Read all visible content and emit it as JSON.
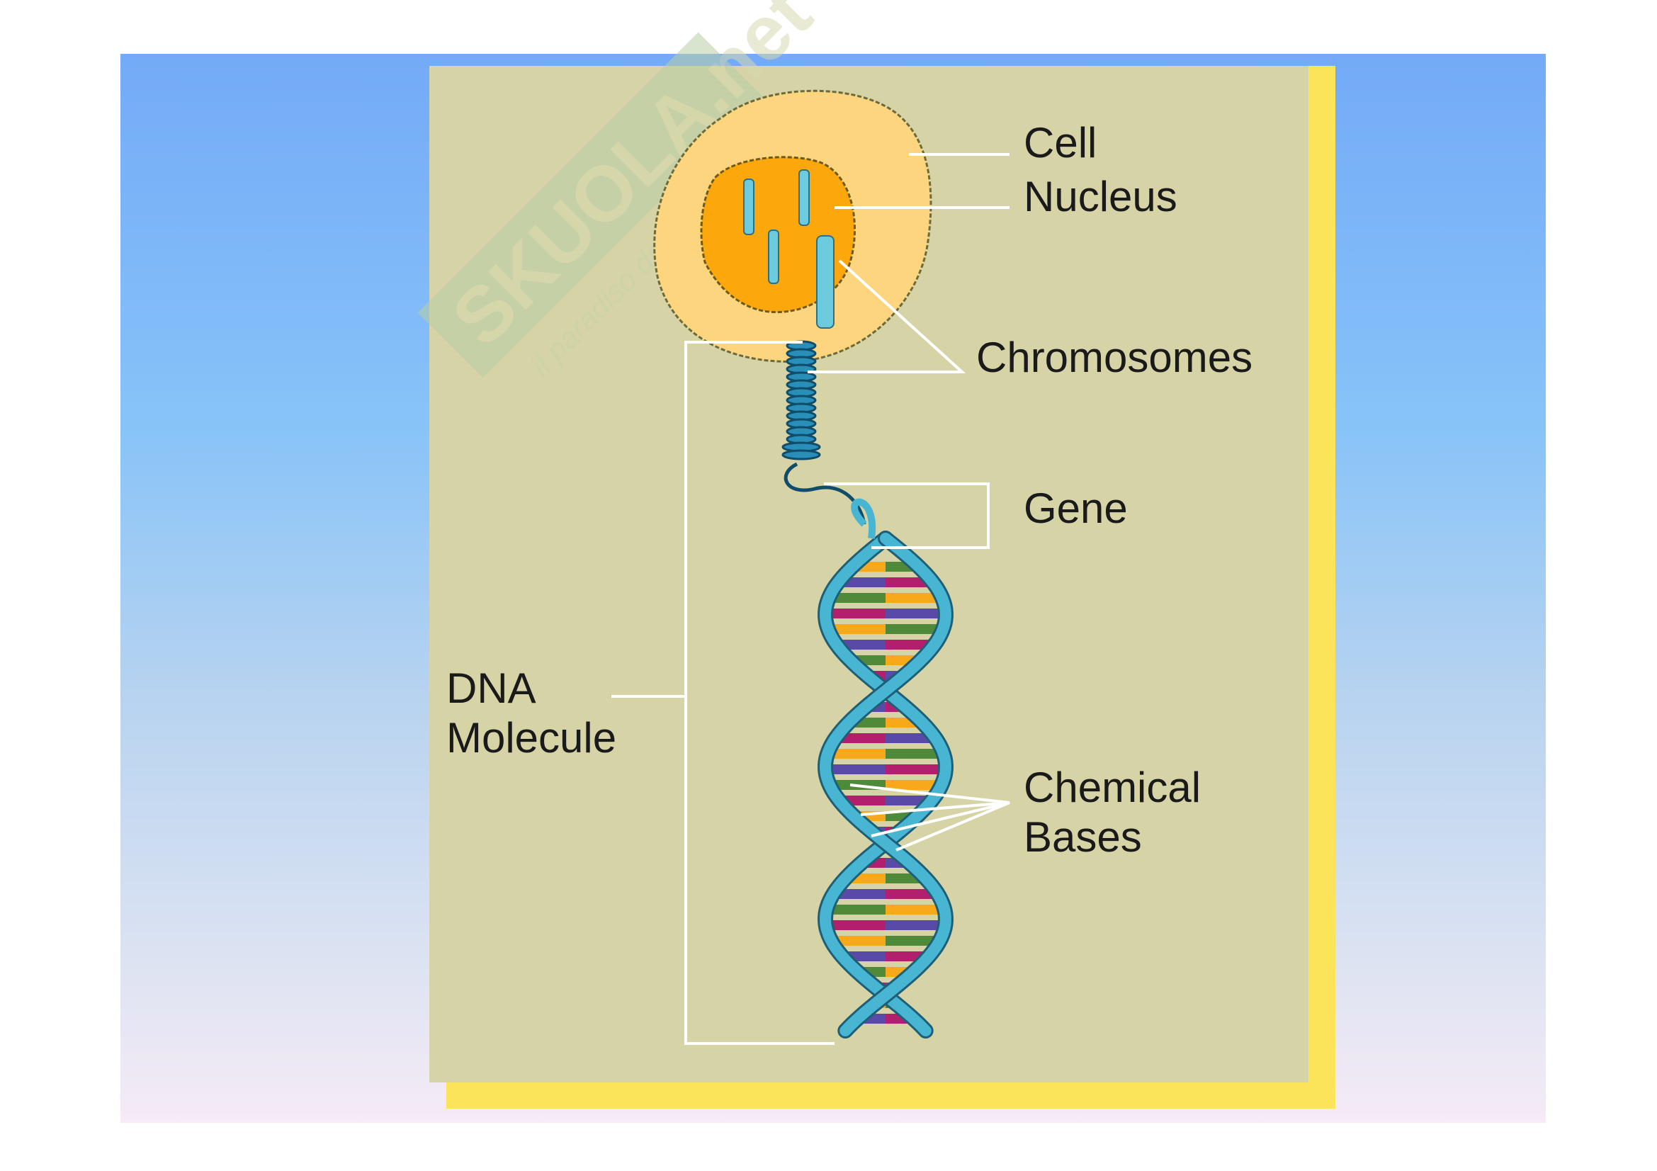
{
  "diagram": {
    "labels": {
      "cell": "Cell",
      "nucleus": "Nucleus",
      "chromosomes": "Chromosomes",
      "gene": "Gene",
      "dna_line1": "DNA",
      "dna_line2": "Molecule",
      "bases_line1": "Chemical",
      "bases_line2": "Bases"
    },
    "watermark": {
      "brand": "SKUOLA.net",
      "tagline": "il paradiso dello studente"
    },
    "colors": {
      "panel": "#d6d3a6",
      "panel_shadow": "#fbe35a",
      "cytoplasm": "#fdd57e",
      "nucleus": "#fca80d",
      "chromosome": "#6ccbdc",
      "strand": "#48b6d2",
      "base_colors": [
        "#f7a81b",
        "#5a4aa8",
        "#4e8a3a",
        "#b21f6c"
      ]
    }
  }
}
